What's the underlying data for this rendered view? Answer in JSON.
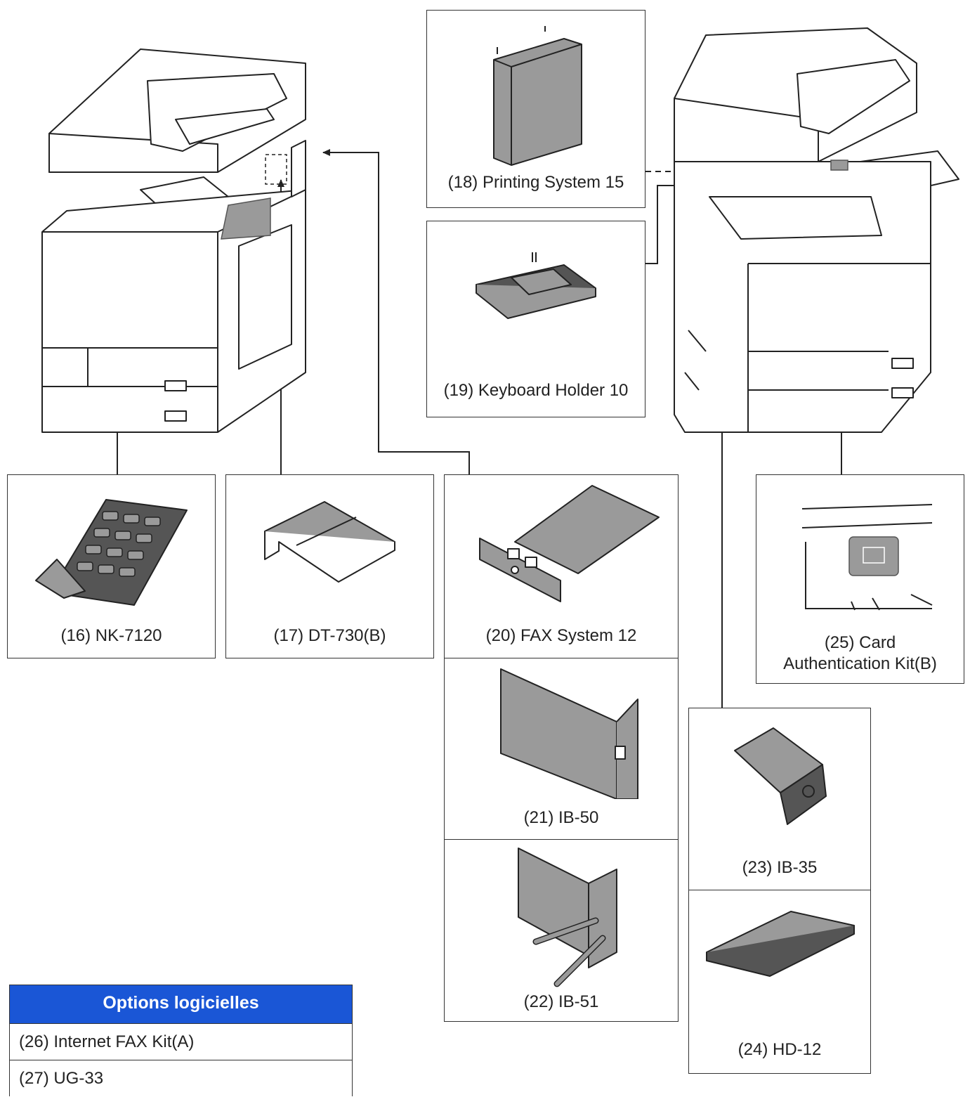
{
  "options": [
    {
      "id": "16",
      "label": "(16) NK-7120"
    },
    {
      "id": "17",
      "label": "(17) DT-730(B)"
    },
    {
      "id": "18",
      "label": "(18) Printing System 15"
    },
    {
      "id": "19",
      "label": "(19) Keyboard Holder 10"
    },
    {
      "id": "20",
      "label": "(20) FAX System 12"
    },
    {
      "id": "21",
      "label": "(21) IB-50"
    },
    {
      "id": "22",
      "label": "(22) IB-51"
    },
    {
      "id": "23",
      "label": "(23) IB-35"
    },
    {
      "id": "24",
      "label": "(24) HD-12"
    },
    {
      "id": "25",
      "label_line1": "(25) Card",
      "label_line2": "Authentication Kit(B)"
    }
  ],
  "software_options": {
    "title": "Options logicielles",
    "items": [
      "(26) Internet FAX Kit(A)",
      "(27) UG-33"
    ]
  },
  "colors": {
    "header_blue": "#1a56d6",
    "line": "#222222",
    "part_dark": "#555555",
    "part_mid": "#9a9a9a"
  }
}
